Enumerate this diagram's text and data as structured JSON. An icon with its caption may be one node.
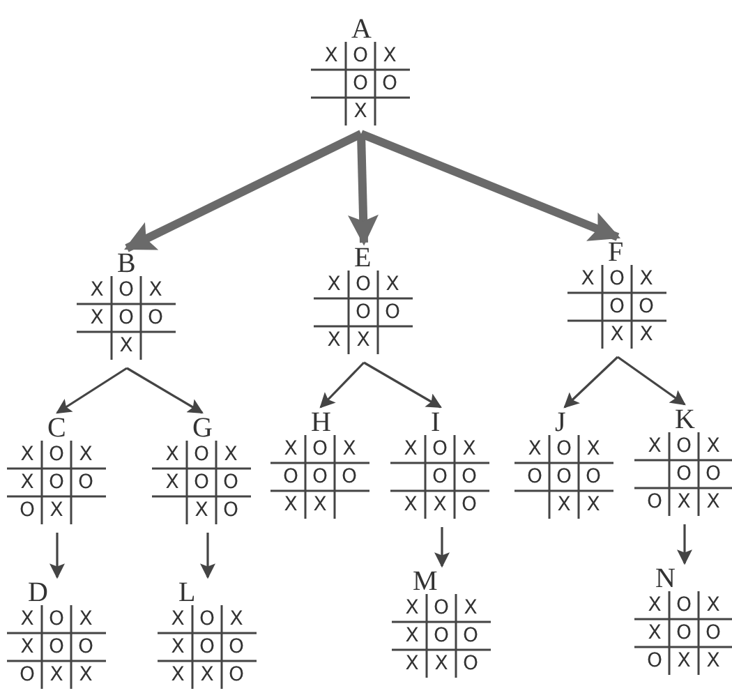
{
  "diagram": {
    "nodes": [
      {
        "text": [
          "A",
          "X",
          "O",
          "X",
          "O",
          "O",
          "X"
        ]
      },
      {
        "text": [
          "B",
          "X",
          "O",
          "X",
          "X",
          "O",
          "O",
          "X"
        ]
      },
      {
        "text": [
          "E",
          "X",
          "O",
          "X",
          "O",
          "O",
          "X",
          "X"
        ]
      },
      {
        "text": [
          "F",
          "X",
          "O",
          "X",
          "O",
          "O",
          "X",
          "X"
        ]
      },
      {
        "text": [
          "C",
          "X",
          "O",
          "X",
          "X",
          "O",
          "O",
          "O",
          "X"
        ]
      },
      {
        "text": [
          "G",
          "X",
          "O",
          "X",
          "X",
          "O",
          "O",
          "X",
          "O"
        ]
      },
      {
        "text": [
          "H",
          "X",
          "O",
          "X",
          "O",
          "O",
          "O",
          "X",
          "X"
        ]
      },
      {
        "text": [
          "I",
          "X",
          "O",
          "X",
          "O",
          "O",
          "X",
          "X",
          "O"
        ]
      },
      {
        "text": [
          "J",
          "X",
          "O",
          "X",
          "O",
          "O",
          "O",
          "X",
          "X"
        ]
      },
      {
        "text": [
          "K",
          "X",
          "O",
          "X",
          "O",
          "O",
          "O",
          "X",
          "X"
        ]
      },
      {
        "text": [
          "D",
          "X",
          "O",
          "X",
          "X",
          "O",
          "O",
          "O",
          "X",
          "X"
        ]
      },
      {
        "text": [
          "L",
          "X",
          "O",
          "X",
          "X",
          "O",
          "O",
          "X",
          "X",
          "O"
        ]
      },
      {
        "text": [
          "M",
          "X",
          "O",
          "X",
          "X",
          "O",
          "O",
          "X",
          "X",
          "O"
        ]
      },
      {
        "text": [
          "N",
          "X",
          "O",
          "X",
          "X",
          "O",
          "O",
          "O",
          "X",
          "X"
        ]
      }
    ],
    "edges": [
      {
        "from": 0,
        "to": 1,
        "arrow": "to",
        "style": "thick"
      },
      {
        "from": 0,
        "to": 2,
        "arrow": "to",
        "style": "thick"
      },
      {
        "from": 0,
        "to": 3,
        "arrow": "to",
        "style": "thick"
      },
      {
        "from": 1,
        "to": 4,
        "arrow": "to"
      },
      {
        "from": 1,
        "to": 5,
        "arrow": "to"
      },
      {
        "from": 2,
        "to": 6,
        "arrow": "to"
      },
      {
        "from": 2,
        "to": 7,
        "arrow": "to"
      },
      {
        "from": 3,
        "to": 8,
        "arrow": "to"
      },
      {
        "from": 3,
        "to": 9,
        "arrow": "to"
      },
      {
        "from": 4,
        "to": 10,
        "arrow": "to"
      },
      {
        "from": 5,
        "to": 11,
        "arrow": "to"
      },
      {
        "from": 7,
        "to": 12,
        "arrow": "to"
      },
      {
        "from": 9,
        "to": 13,
        "arrow": "to"
      }
    ]
  }
}
